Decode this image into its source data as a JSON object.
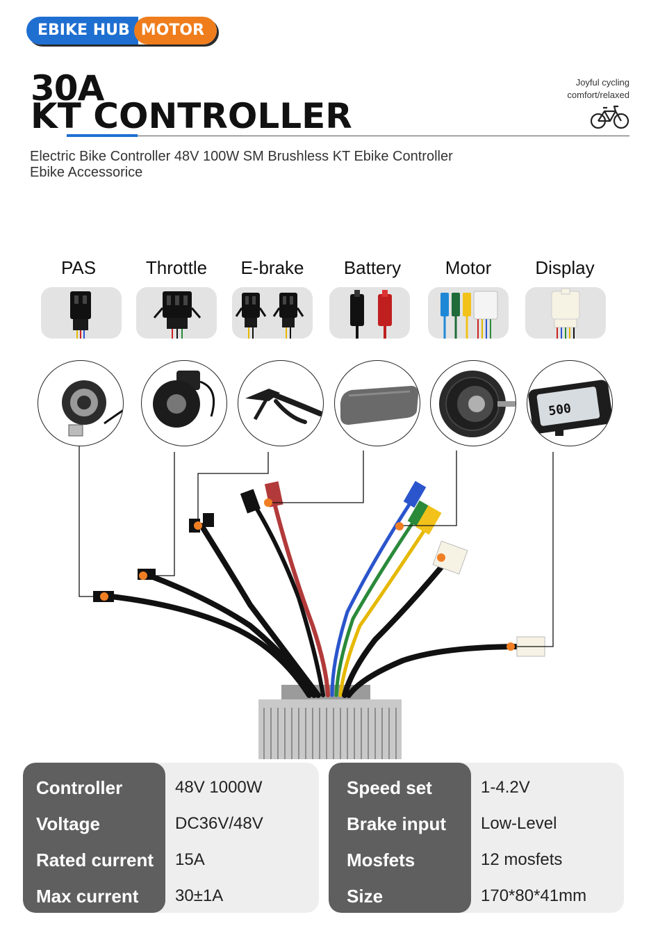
{
  "badge": {
    "left": "EBIKE HUB",
    "right": "MOTOR"
  },
  "header": {
    "title_line1": "30A",
    "title_line2": "KT CONTROLLER",
    "tagline_line1": "Joyful cycling",
    "tagline_line2": "comfort/relaxed",
    "subtitle_line1": "Electric Bike Controller  48V 100W  SM Brushless KT Ebike Controller",
    "subtitle_line2": "Ebike Accessorice"
  },
  "connectors": [
    {
      "label": "PAS",
      "part_icon": "pas-sensor-icon"
    },
    {
      "label": "Throttle",
      "part_icon": "thumb-throttle-icon"
    },
    {
      "label": "E-brake",
      "part_icon": "brake-lever-icon"
    },
    {
      "label": "Battery",
      "part_icon": "battery-pack-icon"
    },
    {
      "label": "Motor",
      "part_icon": "hub-motor-icon"
    },
    {
      "label": "Display",
      "part_icon": "lcd-display-icon"
    }
  ],
  "display_readout": "500",
  "colors": {
    "brand_blue": "#1f6fd1",
    "brand_orange": "#ef7d1c",
    "dot_orange": "#f07f24",
    "spec_dark": "#5f5f5f",
    "spec_light": "#eeeeee"
  },
  "specs_left": [
    {
      "key": "Controller",
      "value": "48V 1000W"
    },
    {
      "key": "Voltage",
      "value": "DC36V/48V"
    },
    {
      "key": "Rated current",
      "value": "15A"
    },
    {
      "key": "Max current",
      "value": "30±1A"
    }
  ],
  "specs_right": [
    {
      "key": "Speed set",
      "value": "1-4.2V"
    },
    {
      "key": "Brake input",
      "value": "Low-Level"
    },
    {
      "key": "Mosfets",
      "value": "12 mosfets"
    },
    {
      "key": "Size",
      "value": "170*80*41mm"
    }
  ]
}
